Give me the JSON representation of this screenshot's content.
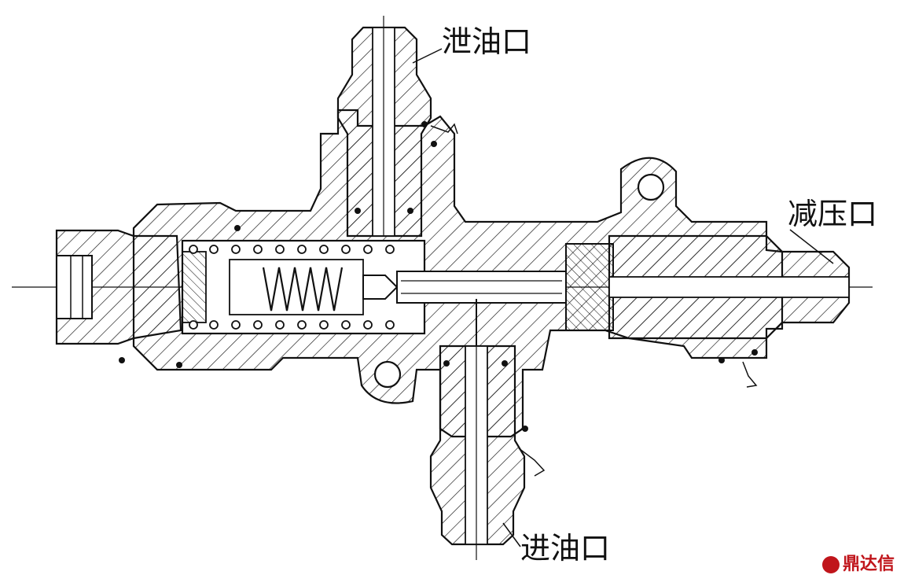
{
  "diagram": {
    "labels": {
      "drain_port": "泄油口",
      "reduced_pressure_port": "减压口",
      "inlet_port": "进油口"
    }
  },
  "watermark": {
    "text": "鼎达信",
    "color": "#c0151b"
  },
  "colors": {
    "line": "#111111",
    "background": "#ffffff"
  }
}
